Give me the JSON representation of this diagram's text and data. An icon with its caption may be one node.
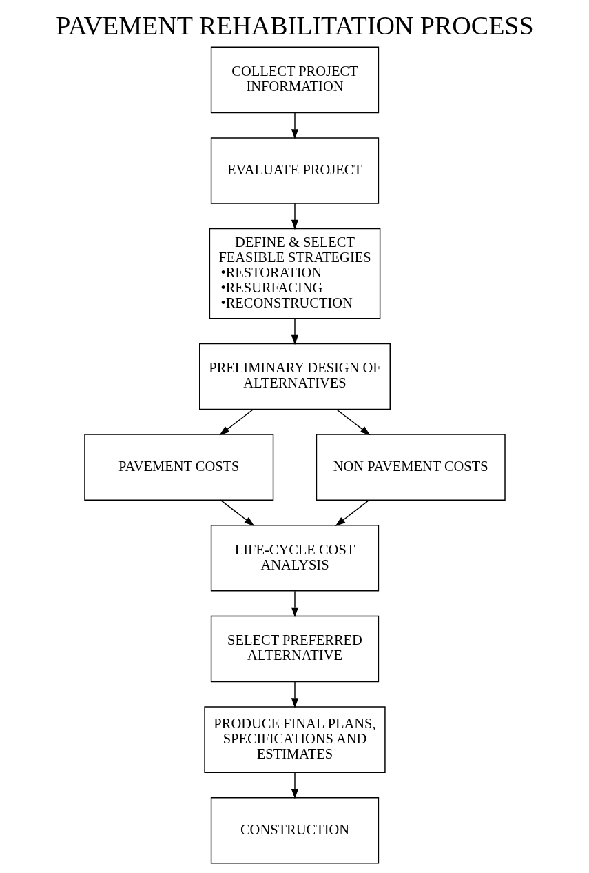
{
  "diagram": {
    "title": "PAVEMENT REHABILITATION PROCESS",
    "nodes": [
      {
        "text": [
          "COLLECT PROJECT INFORMATION"
        ]
      },
      {
        "text": [
          "EVALUATE PROJECT"
        ]
      },
      {
        "text": [
          "DEFINE & SELECT FEASIBLE STRATEGIES",
          "•RESTORATION",
          "•RESURFACING",
          "•RECONSTRUCTION"
        ]
      },
      {
        "text": [
          "PRELIMINARY DESIGN OF ALTERNATIVES"
        ]
      },
      {
        "text": [
          "PAVEMENT COSTS"
        ]
      },
      {
        "text": [
          "NON PAVEMENT COSTS"
        ]
      },
      {
        "text": [
          "LIFE-CYCLE COST ANALYSIS"
        ]
      },
      {
        "text": [
          "SELECT PREFERRED ALTERNATIVE"
        ]
      },
      {
        "text": [
          "PRODUCE FINAL PLANS, SPECIFICATIONS AND ESTIMATES"
        ]
      },
      {
        "text": [
          "CONSTRUCTION"
        ]
      }
    ],
    "edges": [
      {
        "from": 0,
        "to": 1,
        "arrow": "to"
      },
      {
        "from": 1,
        "to": 2,
        "arrow": "to"
      },
      {
        "from": 2,
        "to": 3,
        "arrow": "to"
      },
      {
        "from": 3,
        "to": 4,
        "arrow": "to"
      },
      {
        "from": 3,
        "to": 5,
        "arrow": "to"
      },
      {
        "from": 4,
        "to": 6,
        "arrow": "to"
      },
      {
        "from": 5,
        "to": 6,
        "arrow": "to"
      },
      {
        "from": 6,
        "to": 7,
        "arrow": "to"
      },
      {
        "from": 7,
        "to": 8,
        "arrow": "to"
      },
      {
        "from": 8,
        "to": 9,
        "arrow": "to"
      }
    ]
  }
}
